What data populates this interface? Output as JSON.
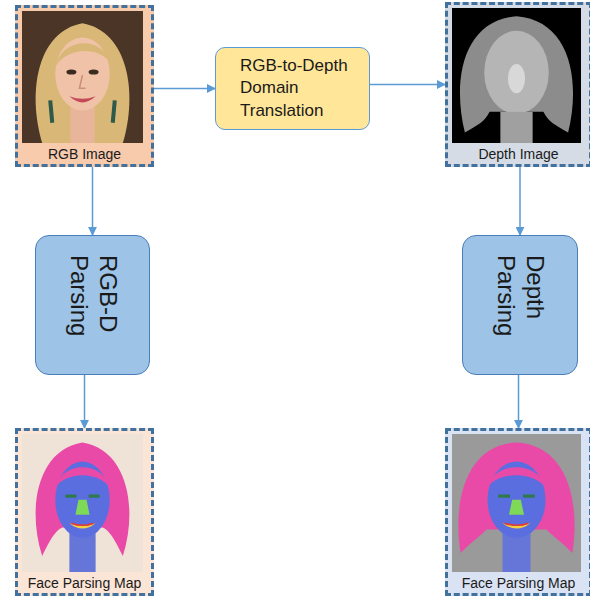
{
  "diagram": {
    "nodes": [
      {
        "text": [
          "RGB Image"
        ]
      },
      {
        "text": [
          "RGB-to-Depth Domain Translation"
        ]
      },
      {
        "text": [
          "Depth Image"
        ]
      },
      {
        "text": [
          "RGB-D Parsing"
        ]
      },
      {
        "text": [
          "Depth Parsing"
        ]
      },
      {
        "text": [
          "Face Parsing Map"
        ]
      },
      {
        "text": [
          "Face Parsing Map"
        ]
      }
    ],
    "edges": [
      {
        "from": 0,
        "to": 1,
        "arrow": "to"
      },
      {
        "from": 1,
        "to": 2,
        "arrow": "to"
      },
      {
        "from": 0,
        "to": 3,
        "arrow": "to"
      },
      {
        "from": 2,
        "to": 4,
        "arrow": "to"
      },
      {
        "from": 3,
        "to": 5,
        "arrow": "to"
      },
      {
        "from": 4,
        "to": 6,
        "arrow": "to"
      }
    ]
  }
}
